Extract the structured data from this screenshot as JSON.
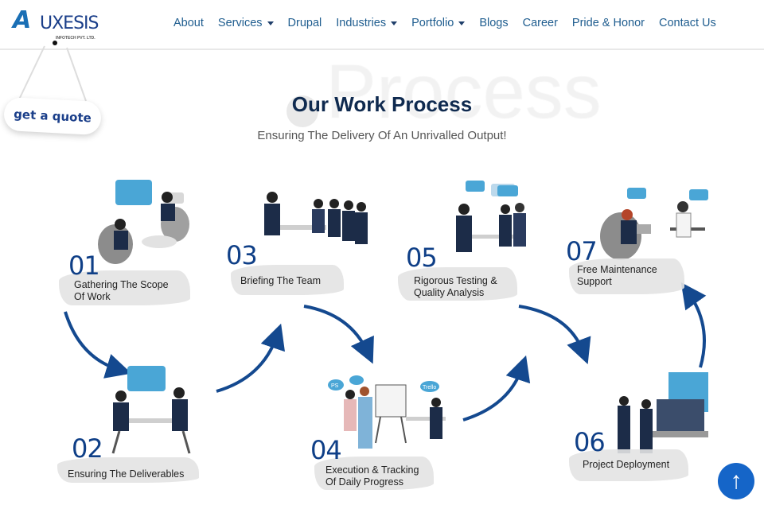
{
  "header": {
    "logo": {
      "mark": "A",
      "text": "UXESIS",
      "tagline": "INFOTECH PVT. LTD."
    },
    "nav": [
      {
        "label": "About",
        "dropdown": false
      },
      {
        "label": "Services",
        "dropdown": true
      },
      {
        "label": "Drupal",
        "dropdown": false
      },
      {
        "label": "Industries",
        "dropdown": true
      },
      {
        "label": "Portfolio",
        "dropdown": true
      },
      {
        "label": "Blogs",
        "dropdown": false
      },
      {
        "label": "Career",
        "dropdown": false
      },
      {
        "label": "Pride & Honor",
        "dropdown": false
      },
      {
        "label": "Contact Us",
        "dropdown": false
      }
    ]
  },
  "quote_button": "get a quote",
  "section": {
    "background_word": "Process",
    "title": "Our Work Process",
    "subtitle": "Ensuring The Delivery Of An Unrivalled Output!"
  },
  "steps": [
    {
      "number": "01",
      "line1": "Gathering The Scope",
      "line2": "Of Work"
    },
    {
      "number": "02",
      "line1": "Ensuring The Deliverables",
      "line2": ""
    },
    {
      "number": "03",
      "line1": "Briefing The Team",
      "line2": ""
    },
    {
      "number": "04",
      "line1": "Execution & Tracking",
      "line2": "Of Daily Progress"
    },
    {
      "number": "05",
      "line1": "Rigorous Testing &",
      "line2": "Quality Analysis"
    },
    {
      "number": "06",
      "line1": "Project Deployment",
      "line2": ""
    },
    {
      "number": "07",
      "line1": "Free Maintenance",
      "line2": "Support"
    }
  ],
  "illustration_bubbles": {
    "ps": "PS",
    "trello": "Trello"
  },
  "colors": {
    "brand": "#1b3f8a",
    "nav": "#1f5d8f",
    "arrow": "#14498f",
    "scroll_top": "#1565c8"
  },
  "scroll_top_icon": "arrow-up-icon"
}
